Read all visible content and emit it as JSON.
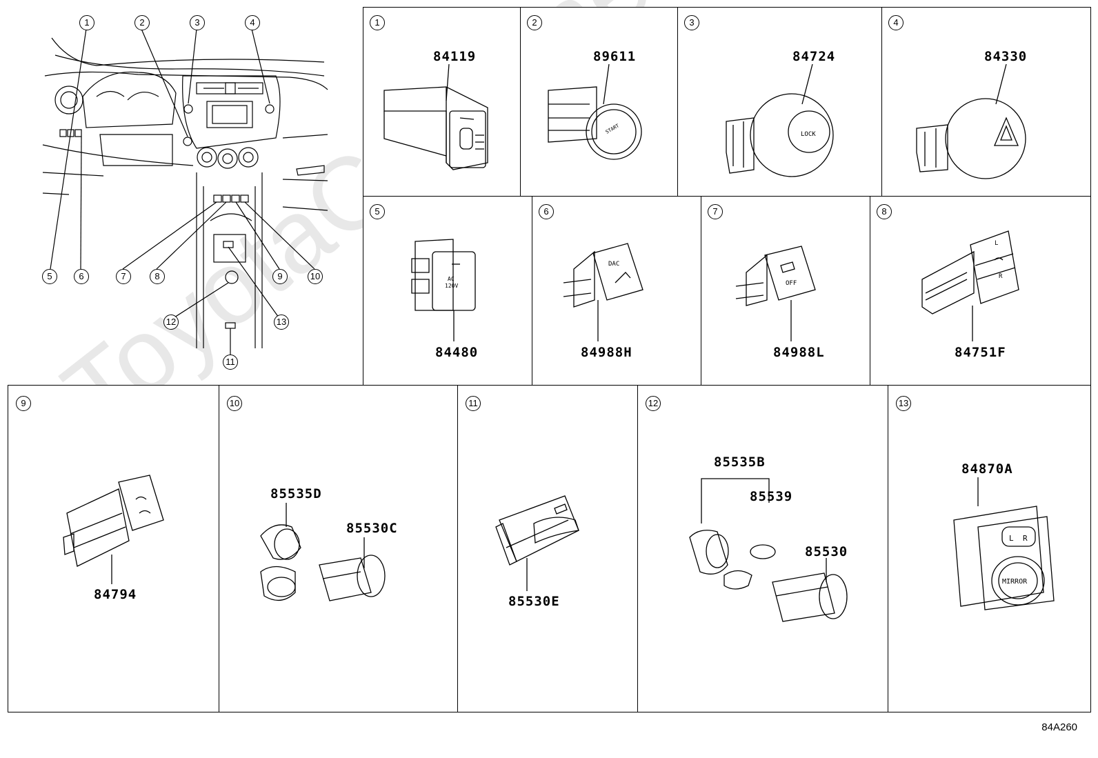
{
  "watermark": "ToyotaCarWine.ru",
  "diagram_code": "84A260",
  "overview": {
    "callouts": [
      "1",
      "2",
      "3",
      "4",
      "5",
      "6",
      "7",
      "8",
      "9",
      "10",
      "11",
      "12",
      "13"
    ]
  },
  "panels": [
    {
      "num": "1",
      "parts": [
        "84119"
      ]
    },
    {
      "num": "2",
      "parts": [
        "89611"
      ]
    },
    {
      "num": "3",
      "parts": [
        "84724"
      ]
    },
    {
      "num": "4",
      "parts": [
        "84330"
      ]
    },
    {
      "num": "5",
      "parts": [
        "84480"
      ]
    },
    {
      "num": "6",
      "parts": [
        "84988H"
      ]
    },
    {
      "num": "7",
      "parts": [
        "84988L"
      ]
    },
    {
      "num": "8",
      "parts": [
        "84751F"
      ]
    },
    {
      "num": "9",
      "parts": [
        "84794"
      ]
    },
    {
      "num": "10",
      "parts": [
        "85535D",
        "85530C"
      ]
    },
    {
      "num": "11",
      "parts": [
        "85530E"
      ]
    },
    {
      "num": "12",
      "parts": [
        "85535B",
        "85539",
        "85530"
      ]
    },
    {
      "num": "13",
      "parts": [
        "84870A"
      ]
    }
  ],
  "switch_labels": {
    "lock": "LOCK",
    "ac": "AC",
    "ac_volt": "120V",
    "dac": "DAC",
    "off": "OFF",
    "mirror": "MIRROR",
    "l": "L",
    "r": "R"
  }
}
